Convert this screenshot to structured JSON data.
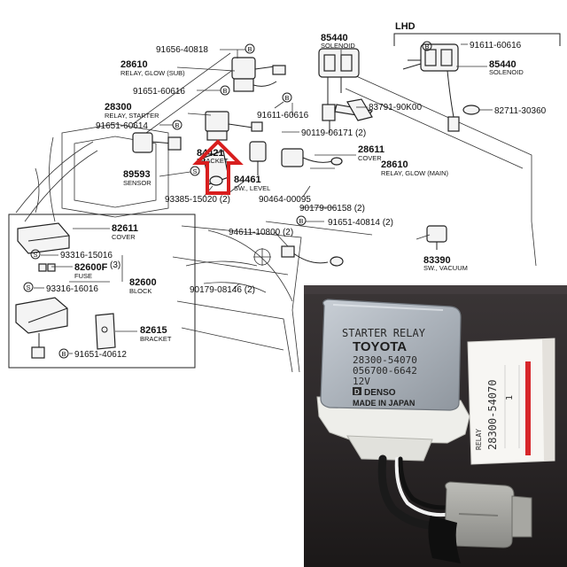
{
  "diagram": {
    "lhd_label": "LHD",
    "bolt_symbol": "B",
    "screw_symbol": "S",
    "labels": {
      "p91656_40818": "91656-40818",
      "p28610_sub_num": "28610",
      "p28610_sub_name": "RELAY, GLOW (SUB)",
      "p91651_60616_a": "91651-60616",
      "p28300_num": "28300",
      "p28300_name": "RELAY, STARTER",
      "p91651_60614": "91651-60614",
      "p85440_num": "85440",
      "p85440_name": "SOLENOID",
      "p91611_60616_a": "91611-60616",
      "p83791": "83791-90K00",
      "p90119": "90119-06171 (2)",
      "p28611_num": "28611",
      "p28611_name": "COVER",
      "p28610_main_num": "28610",
      "p28610_main_name": "RELAY, GLOW (MAIN)",
      "p84421_num": "84421",
      "p84421_name": "BRACKET",
      "p89593_num": "89593",
      "p89593_name": "SENSOR",
      "p84461_num": "84461",
      "p84461_name": "SW., LEVEL",
      "p93385": "93385-15020 (2)",
      "p90464": "90464-00095",
      "p90179_a": "90179-06158 (2)",
      "p91651_40814": "91651-40814 (2)",
      "p94611": "94611-10800 (2)",
      "p90179_b": "90179-08146 (2)",
      "p83390_num": "83390",
      "p83390_name": "SW., VACUUM",
      "p91611_60616_b": "91611-60616",
      "p85440b_num": "85440",
      "p85440b_name": "SOLENOID",
      "p82711": "82711-30360",
      "inset_82611_num": "82611",
      "inset_82611_name": "COVER",
      "inset_93316_15016": "93316-15016",
      "inset_82600f_num": "82600F",
      "inset_82600f_qty": "(3)",
      "inset_82600f_name": "FUSE",
      "inset_82600_num": "82600",
      "inset_82600_name": "BLOCK",
      "inset_93316_16016": "93316-16016",
      "inset_82615_num": "82615",
      "inset_82615_name": "BRACKET",
      "inset_91651_40612": "91651-40612"
    }
  },
  "photo": {
    "relay_line1": "STARTER RELAY",
    "relay_line2": "TOYOTA",
    "relay_line3": "28300-54070",
    "relay_line4": "056700-6642",
    "relay_line5": "12V",
    "relay_brand": "DENSO",
    "relay_origin": "MADE IN JAPAN",
    "tag_part_number": "28300-54070",
    "tag_qty": "1",
    "tag_item": "RELAY"
  }
}
